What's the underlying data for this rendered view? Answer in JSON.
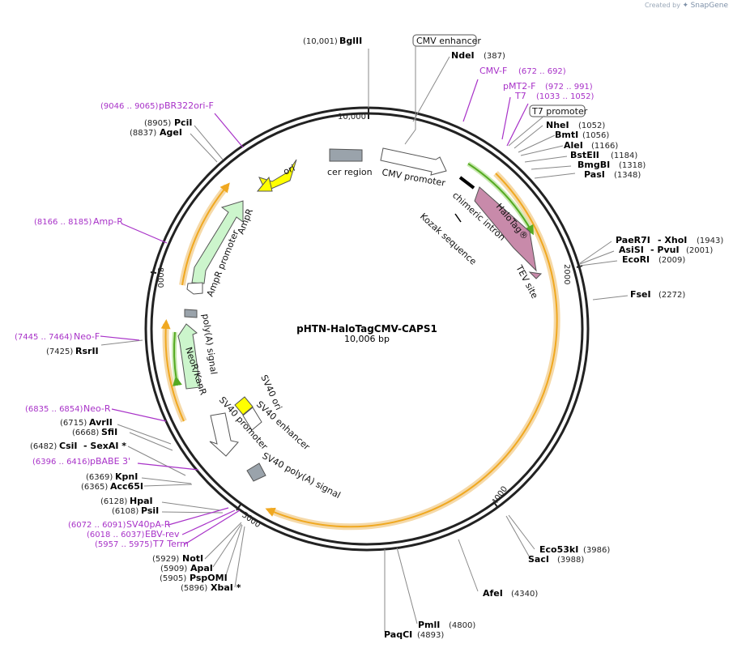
{
  "brand": {
    "created_by": "Created by",
    "logo_text": "SnapGene"
  },
  "plasmid": {
    "name": "pHTN-HaloTagCMV-CAPS1",
    "length": "10,006 bp"
  },
  "ticks": [
    "10,000",
    "2000",
    "4000",
    "5000",
    "8000"
  ],
  "features": {
    "cmv_enhancer": "CMV enhancer",
    "t7_promoter": "T7 promoter",
    "cer_region": "cer region",
    "ori": "ori",
    "cmv_promoter": "CMV promoter",
    "chimeric_intron": "chimeric intron",
    "kozak": "Kozak sequence",
    "halotag": "HaloTag®",
    "tev": "TEV site",
    "ampr_promoter": "AmpR promoter",
    "ampr": "AmpR",
    "polya": "poly(A) signal",
    "neor": "NeoR/KanR",
    "sv40_ori": "SV40 ori",
    "sv40_enh": "SV40 enhancer",
    "sv40_prom": "SV40 promoter",
    "sv40_polya": "SV40 poly(A) signal"
  },
  "sites": {
    "bglii": {
      "pos": "(10,001)",
      "name": "BglII"
    },
    "ndei": {
      "name": "NdeI",
      "pos": "(387)"
    },
    "nhei": {
      "name": "NheI",
      "pos": "(1052)"
    },
    "bmti": {
      "name": "BmtI",
      "pos": "(1056)"
    },
    "alei": {
      "name": "AleI",
      "pos": "(1166)"
    },
    "bsteii": {
      "name": "BstEII",
      "pos": "(1184)"
    },
    "bmgbi": {
      "name": "BmgBI",
      "pos": "(1318)"
    },
    "pasi": {
      "name": "PasI",
      "pos": "(1348)"
    },
    "paer7i": {
      "name": "PaeR7I",
      "name2": "- XhoI",
      "pos": "(1943)"
    },
    "asisi": {
      "name": "AsiSI",
      "name2": "- PvuI",
      "pos": "(2001)"
    },
    "ecori": {
      "name": "EcoRI",
      "pos": "(2009)"
    },
    "fsei": {
      "name": "FseI",
      "pos": "(2272)"
    },
    "eco53ki": {
      "name": "Eco53kI",
      "pos": "(3986)"
    },
    "saci": {
      "name": "SacI",
      "pos": "(3988)"
    },
    "afei": {
      "name": "AfeI",
      "pos": "(4340)"
    },
    "pmli": {
      "name": "PmlI",
      "pos": "(4800)"
    },
    "paqci": {
      "name": "PaqCI",
      "pos": "(4893)"
    },
    "pcii": {
      "pos": "(8905)",
      "name": "PciI"
    },
    "agei": {
      "pos": "(8837)",
      "name": "AgeI"
    },
    "rsrii": {
      "pos": "(7425)",
      "name": "RsrII"
    },
    "avrii": {
      "pos": "(6715)",
      "name": "AvrII"
    },
    "sfii": {
      "pos": "(6668)",
      "name": "SfiI"
    },
    "csii": {
      "pos": "(6482)",
      "name": "CsiI",
      "name2": "- SexAI *"
    },
    "kpni": {
      "pos": "(6369)",
      "name": "KpnI"
    },
    "acc65i": {
      "pos": "(6365)",
      "name": "Acc65I"
    },
    "hpai": {
      "pos": "(6128)",
      "name": "HpaI"
    },
    "psii": {
      "pos": "(6108)",
      "name": "PsiI"
    },
    "noti": {
      "pos": "(5929)",
      "name": "NotI"
    },
    "apai": {
      "pos": "(5909)",
      "name": "ApaI"
    },
    "pspomi": {
      "pos": "(5905)",
      "name": "PspOMI"
    },
    "xbai": {
      "pos": "(5896)",
      "name": "XbaI *"
    }
  },
  "primers": {
    "cmvf": {
      "name": "CMV-F",
      "pos": "(672 .. 692)"
    },
    "pmt2f": {
      "name": "pMT2-F",
      "pos": "(972 .. 991)"
    },
    "t7": {
      "name": "T7",
      "pos": "(1033 .. 1052)"
    },
    "pbr": {
      "pos": "(9046 .. 9065)",
      "name": "pBR322ori-F"
    },
    "ampr": {
      "pos": "(8166 .. 8185)",
      "name": "Amp-R"
    },
    "neof": {
      "pos": "(7445 .. 7464)",
      "name": "Neo-F"
    },
    "neor": {
      "pos": "(6835 .. 6854)",
      "name": "Neo-R"
    },
    "pbabe": {
      "pos": "(6396 .. 6416)",
      "name": "pBABE 3'"
    },
    "sv40pa": {
      "pos": "(6072 .. 6091)",
      "name": "SV40pA-R"
    },
    "ebv": {
      "pos": "(6018 .. 6037)",
      "name": "EBV-rev"
    },
    "t7term": {
      "pos": "(5957 .. 5975)",
      "name": "T7 Term"
    }
  },
  "colors": {
    "backbone": "#222222",
    "orf_orange": "#f0a820",
    "orf_halo": "#f5d9a8",
    "ori_yellow": "#ffff00",
    "halotag": "#c88aaa",
    "ampr_green": "#ccf5cc",
    "gray_feature": "#9aa3ab",
    "primer": "#a832c8",
    "green_orf": "#55aa22"
  }
}
